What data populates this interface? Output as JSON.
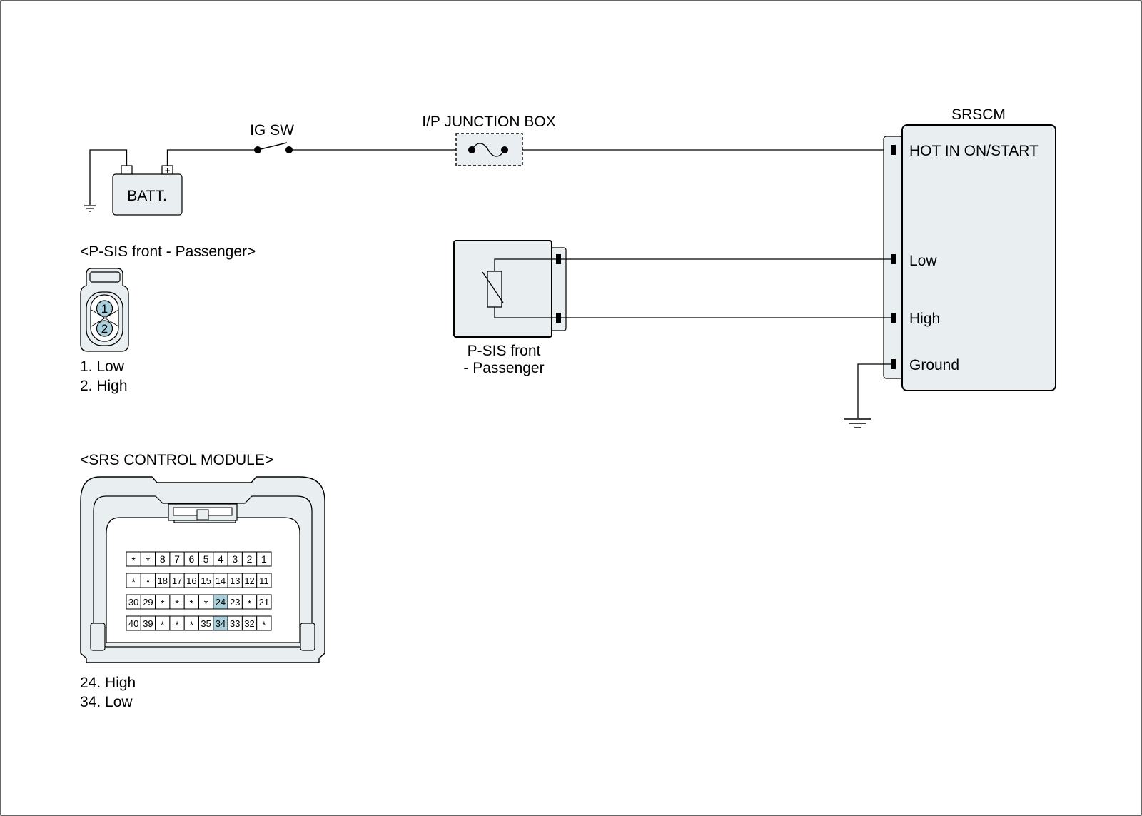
{
  "labels": {
    "ig_sw": "IG SW",
    "junction_box": "I/P JUNCTION BOX",
    "srscm": "SRSCM",
    "batt": "BATT.",
    "batt_neg": "-",
    "batt_pos": "+",
    "psis_block_line1": "P-SIS front",
    "psis_block_line2": "- Passenger",
    "psis_title": "<P-SIS front - Passenger>",
    "srs_title": "<SRS CONTROL MODULE>"
  },
  "srscm_pins": [
    "HOT IN ON/START",
    "Low",
    "High",
    "Ground"
  ],
  "psis_connector": {
    "pins": [
      "1",
      "2"
    ],
    "legend": [
      "1. Low",
      "2. High"
    ]
  },
  "srs_connector": {
    "rows": [
      [
        "*",
        "*",
        "8",
        "7",
        "6",
        "5",
        "4",
        "3",
        "2",
        "1"
      ],
      [
        "*",
        "*",
        "18",
        "17",
        "16",
        "15",
        "14",
        "13",
        "12",
        "11"
      ],
      [
        "30",
        "29",
        "*",
        "*",
        "*",
        "*",
        "24",
        "23",
        "*",
        "21"
      ],
      [
        "40",
        "39",
        "*",
        "*",
        "*",
        "35",
        "34",
        "33",
        "32",
        "*"
      ]
    ],
    "highlighted": [
      "24",
      "34"
    ],
    "highlight_color": "#a9cfdb",
    "legend": [
      "24. High",
      "34. Low"
    ]
  },
  "colors": {
    "component_fill": "#e9eff0",
    "pin_fill": "#a9cfdb"
  }
}
